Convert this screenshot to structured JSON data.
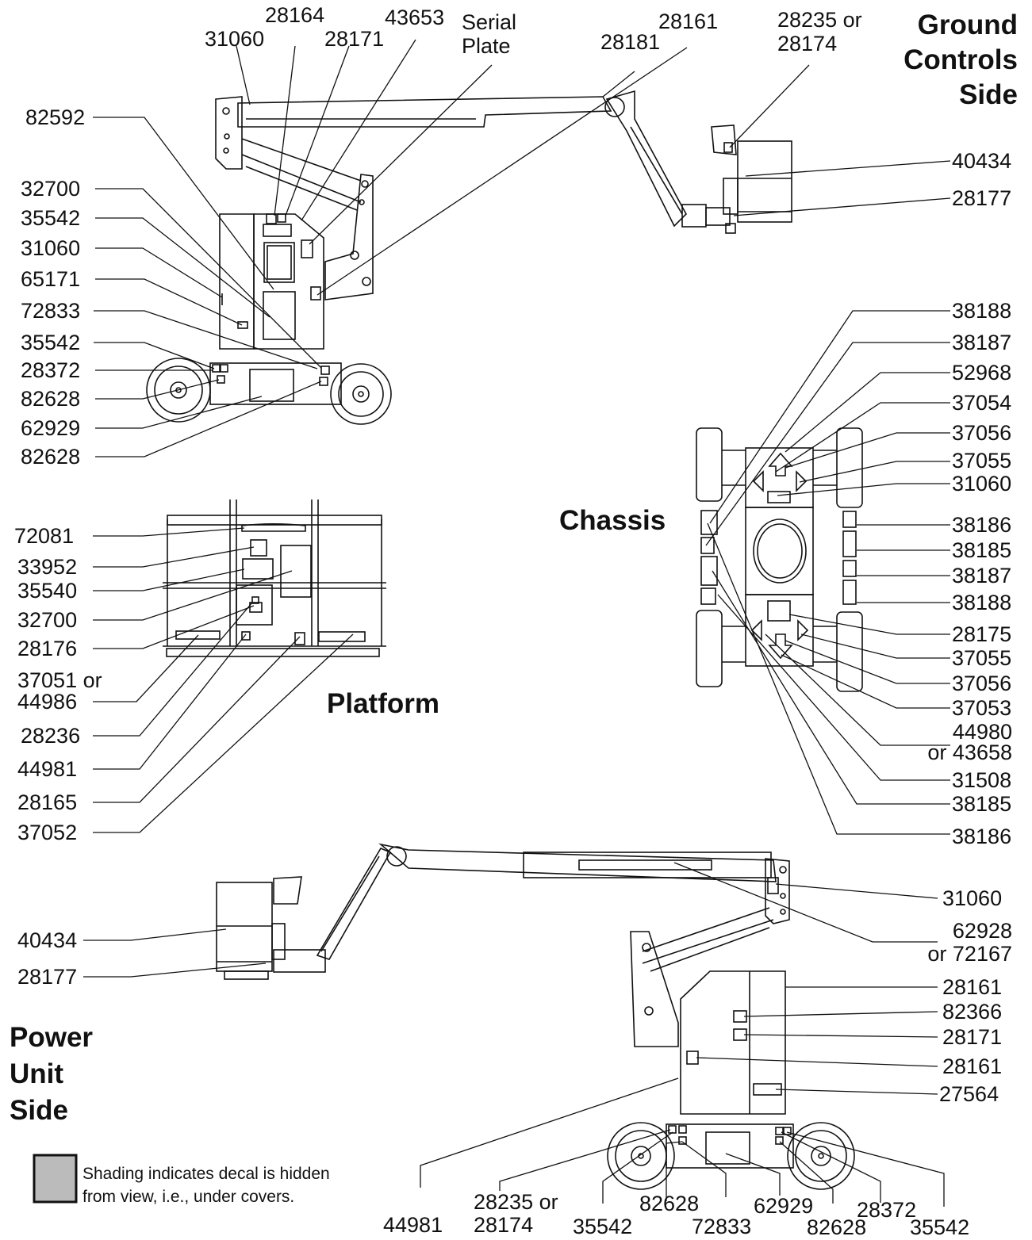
{
  "sections": {
    "ground_controls": [
      "Ground",
      "Controls",
      "Side"
    ],
    "chassis": "Chassis",
    "platform": "Platform",
    "power_unit": [
      "Power",
      "Unit",
      "Side"
    ]
  },
  "top_labels": {
    "l31060": "31060",
    "l28164": "28164",
    "l28171": "28171",
    "l43653": "43653",
    "serial": [
      "Serial",
      "Plate"
    ],
    "l28181": "28181",
    "l28161": "28161",
    "l28235": [
      "28235 or",
      "28174"
    ]
  },
  "ground_left": [
    "82592",
    "32700",
    "35542",
    "31060",
    "65171",
    "72833",
    "35542",
    "28372",
    "82628",
    "62929",
    "82628"
  ],
  "ground_right": [
    "40434",
    "28177"
  ],
  "chassis_right": [
    "38188",
    "38187",
    "52968",
    "37054",
    "37056",
    "37055",
    "31060",
    "38186",
    "38185",
    "38187",
    "38188",
    "28175",
    "37055",
    "37056",
    "37053"
  ],
  "chassis_multi": [
    "44980",
    "or 43658"
  ],
  "chassis_right2": [
    "31508",
    "38185",
    "38186"
  ],
  "platform_left": [
    "72081",
    "33952",
    "35540",
    "32700",
    "28176"
  ],
  "platform_multi": [
    "37051 or",
    "44986"
  ],
  "platform_left2": [
    "28236",
    "44981",
    "28165",
    "37052"
  ],
  "power_right": {
    "l31060": "31060",
    "l62928": [
      "62928",
      "or 72167"
    ],
    "rest": [
      "28161",
      "82366",
      "28171",
      "28161",
      "27564"
    ]
  },
  "power_left": [
    "40434",
    "28177"
  ],
  "bottom_labels": {
    "l44981": "44981",
    "l28235": [
      "28235 or",
      "28174"
    ],
    "l35542a": "35542",
    "l82628a": "82628",
    "l72833": "72833",
    "l62929": "62929",
    "l28372": "28372",
    "l82628b": "82628",
    "l35542b": "35542"
  },
  "legend": {
    "line1": "Shading indicates decal is hidden",
    "line2": "from view, i.e., under covers."
  }
}
